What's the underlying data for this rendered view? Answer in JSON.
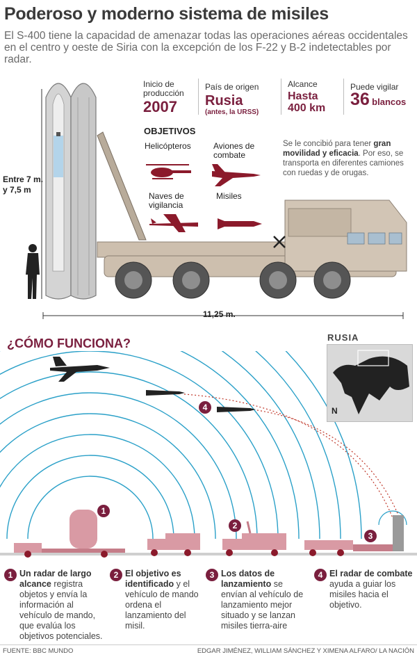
{
  "title": "Poderoso y moderno sistema de misiles",
  "subtitle": "El S-400 tiene la capacidad de amenazar todas las operaciones aéreas occidentales en el centro y oeste de Siria con la excepción de los F-22 y B-2 indetectables por radar.",
  "stats": [
    {
      "label": "Inicio de producción",
      "value": "2007",
      "note": ""
    },
    {
      "label": "País de origen",
      "value": "Rusia",
      "note": "(antes, la URSS)"
    },
    {
      "label": "Alcance",
      "value": "Hasta 400 km",
      "note": ""
    },
    {
      "label": "Puede vigilar",
      "value": "36",
      "note": "blancos"
    }
  ],
  "objectives": {
    "heading": "OBJETIVOS",
    "items": [
      "Helicópteros",
      "Aviones de combate",
      "Naves de vigilancia",
      "Misiles"
    ],
    "note_prefix": "Se le concibió para tener",
    "note_bold": "gran movilidad y eficacia",
    "note_suffix": ". Por eso, se transporta  en diferentes camiones con ruedas y de orugas."
  },
  "dimensions": {
    "height": "Entre 7 m. y 7,5 m",
    "width": "11,25 m."
  },
  "how": {
    "title": "¿CÓMO FUNCIONA?",
    "map_label": "RUSIA",
    "compass": "N",
    "steps": [
      {
        "num": "1",
        "bold": "Un radar de largo alcance",
        "text": " registra objetos y envía la información al vehículo de mando, que evalúa los objetivos potenciales."
      },
      {
        "num": "2",
        "bold": "El objetivo es identificado",
        "text": " y el vehículo de mando ordena el lanzamiento del misil."
      },
      {
        "num": "3",
        "bold": "Los datos de lanzamiento",
        "text": " se envían al vehículo de lanzamiento mejor situado y se lanzan misiles tierra-aire"
      },
      {
        "num": "4",
        "bold": "El radar de combate",
        "text": " ayuda a guiar los misiles hacia el objetivo."
      }
    ]
  },
  "footer": {
    "source": "FUENTE: BBC MUNDO",
    "credits": "EDGAR JIMÉNEZ, WILLIAM SÁNCHEZ Y XIMENA ALFARO/ LA NACIÓN"
  },
  "colors": {
    "accent": "#7a1f3e",
    "vehicle": "#cdbfae",
    "radar_lines": "#2aa0c8",
    "missile_tube": "#cfcfcf"
  }
}
